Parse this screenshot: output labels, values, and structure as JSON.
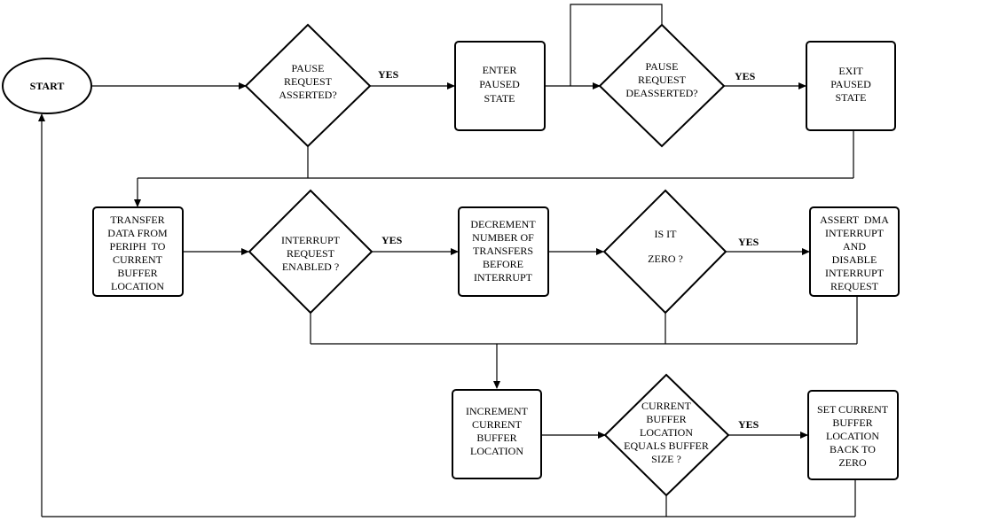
{
  "start_label": "START",
  "yes_label": "YES",
  "pause_asserted": [
    "PAUSE",
    "REQUEST",
    "ASSERTED?"
  ],
  "enter_paused": [
    "ENTER",
    "PAUSED",
    "STATE"
  ],
  "pause_deasserted": [
    "PAUSE",
    "REQUEST",
    "DEASSERTED?"
  ],
  "exit_paused": [
    "EXIT",
    "PAUSED",
    "STATE"
  ],
  "transfer": [
    "TRANSFER",
    "DATA FROM",
    "PERIPH  TO",
    "CURRENT",
    "BUFFER",
    "LOCATION"
  ],
  "interrupt_enabled": [
    "INTERRUPT",
    "REQUEST",
    "ENABLED ?"
  ],
  "decrement": [
    "DECREMENT",
    "NUMBER OF",
    "TRANSFERS",
    "BEFORE",
    "INTERRUPT"
  ],
  "is_zero": [
    "IS IT",
    "",
    "ZERO ?"
  ],
  "assert_dma": [
    "ASSERT  DMA",
    "INTERRUPT",
    "AND",
    "DISABLE",
    "INTERRUPT",
    "REQUEST"
  ],
  "increment": [
    "INCREMENT",
    "CURRENT",
    "BUFFER",
    "LOCATION"
  ],
  "buffer_equals": [
    "CURRENT",
    "BUFFER",
    "LOCATION",
    "EQUALS BUFFER",
    "SIZE ?"
  ],
  "set_current": [
    "SET CURRENT",
    "BUFFER",
    "LOCATION",
    "BACK TO",
    "ZERO"
  ]
}
